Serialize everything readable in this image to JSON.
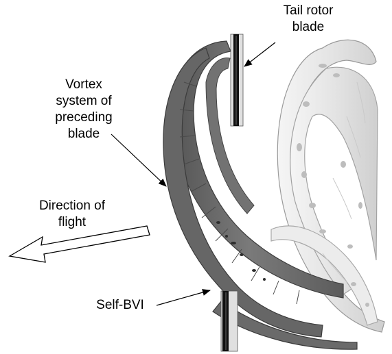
{
  "labels": {
    "tail_rotor": [
      "Tail rotor",
      "blade"
    ],
    "vortex_system": [
      "Vortex",
      "system of",
      "preceding",
      "blade"
    ],
    "direction": [
      "Direction of",
      "flight"
    ],
    "self_bvi": "Self-BVI"
  },
  "colors": {
    "preceding_vortex": "#6e6e6e",
    "trailing_vortex": "#e9e9e9",
    "blade": "#111111",
    "annotation": "#000000",
    "background": "#ffffff"
  }
}
